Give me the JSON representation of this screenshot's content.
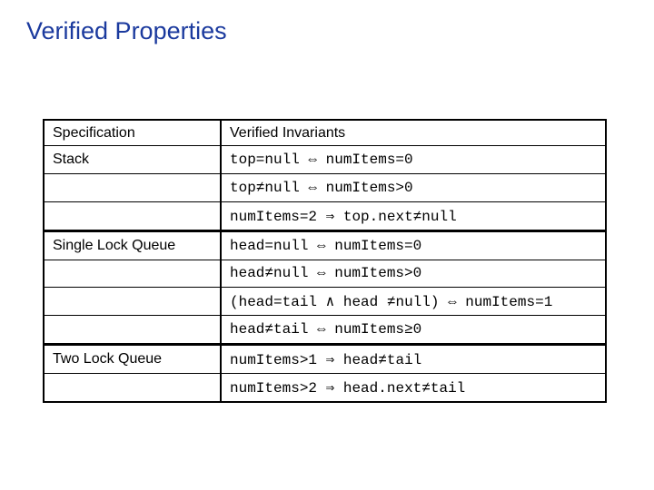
{
  "slide": {
    "title": "Verified Properties"
  },
  "colors": {
    "title_blue": "#1b3a9e",
    "table_border": "#000000",
    "background": "#ffffff"
  },
  "table": {
    "headers": [
      "Specification",
      "Verified Invariants"
    ],
    "rows": [
      {
        "spec": "Stack",
        "invariant": "top=null ⇔ numItems=0"
      },
      {
        "spec": "",
        "invariant": "top≠null ⇔ numItems>0"
      },
      {
        "spec": "",
        "invariant": "numItems=2 ⇒ top.next≠null"
      },
      {
        "spec": "Single Lock Queue",
        "invariant": "head=null ⇔ numItems=0"
      },
      {
        "spec": "",
        "invariant": "head≠null ⇔ numItems>0"
      },
      {
        "spec": "",
        "invariant": "(head=tail ∧ head ≠null) ⇔ numItems=1"
      },
      {
        "spec": "",
        "invariant": "head≠tail ⇔ numItems≥0"
      },
      {
        "spec": "Two Lock Queue",
        "invariant": "numItems>1 ⇒ head≠tail"
      },
      {
        "spec": "",
        "invariant": "numItems>2 ⇒ head.next≠tail"
      }
    ]
  }
}
